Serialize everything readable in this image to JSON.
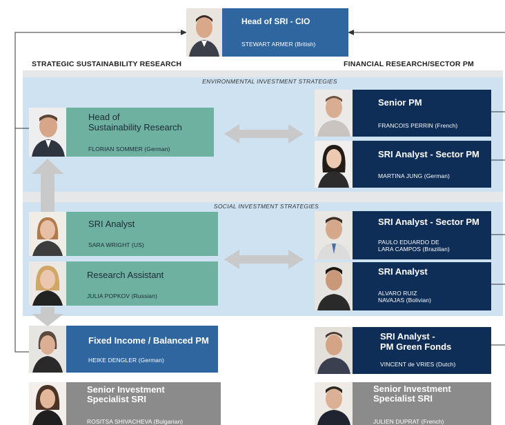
{
  "head": {
    "role": "Head of SRI - CIO",
    "name": "STEWART ARMER (British)"
  },
  "columns": {
    "left": "STRATEGIC SUSTAINABILITY RESEARCH",
    "right": "FINANCIAL RESEARCH/SECTOR PM"
  },
  "bands": {
    "environmental": "ENVIRONMENTAL INVESTMENT STRATEGIES",
    "social": "SOCIAL INVESTMENT STRATEGIES"
  },
  "left_cards": [
    {
      "role": "Head of\nSustainability Research",
      "name": "FLORIAN SOMMER (German)"
    },
    {
      "role": "SRI Analyst",
      "name": "SARA WRIGHT (US)"
    },
    {
      "role": "Research Assistant",
      "name": "JULIA POPKOV (Russian)"
    },
    {
      "role": "Fixed Income / Balanced PM",
      "name": "HEIKE DENGLER (German)"
    },
    {
      "role": "Senior Investment\nSpecialist SRI",
      "name": "ROSITSA SHIVACHEVA (Bulgarian)"
    }
  ],
  "right_cards": [
    {
      "role": "Senior PM",
      "name": "FRANCOIS PERRIN (French)"
    },
    {
      "role": "SRI Analyst - Sector PM",
      "name": "MARTINA JUNG (German)"
    },
    {
      "role": "SRI Analyst - Sector PM",
      "name": "PAULO EDUARDO DE\nLARA CAMPOS (Brazilian)"
    },
    {
      "role": "SRI Analyst",
      "name": "ALVARO RUIZ\nNAVAJAS (Bolivian)"
    },
    {
      "role": "SRI Analyst -\nPM Green Fonds",
      "name": "VINCENT de VRIES (Dutch)"
    },
    {
      "role": "Senior Investment\nSpecialist SRI",
      "name": "JULIEN DUPRAT (French)"
    }
  ],
  "colors": {
    "teal": "#6fb1a1",
    "navy": "#0e2d57",
    "blue": "#2f66a0",
    "grey": "#8b8b8b",
    "band": "#cfe2f2",
    "arrow": "#c9c9c9"
  }
}
